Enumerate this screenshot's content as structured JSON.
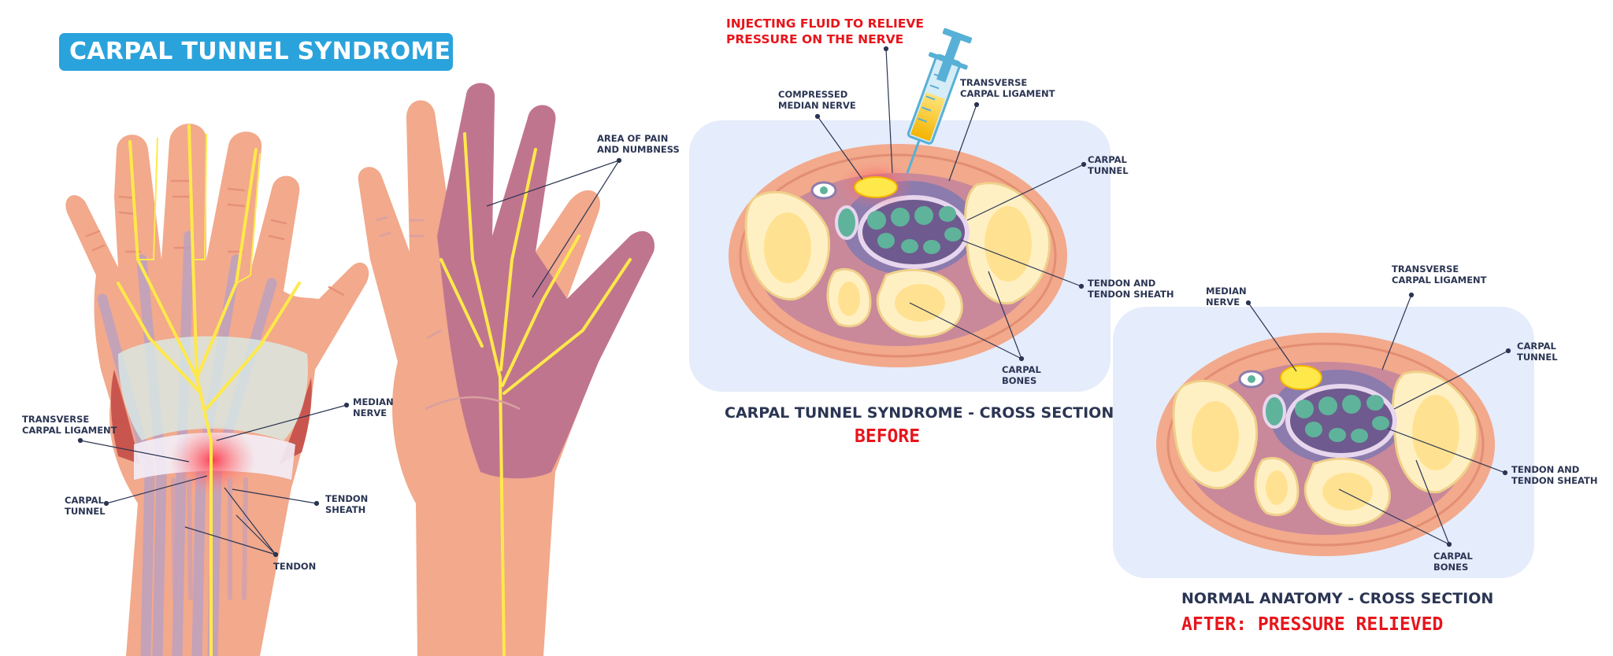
{
  "title": "CARPAL TUNNEL SYNDROME",
  "hand_left": {
    "labels": {
      "transverse_ligament": [
        "TRANSVERSE",
        "CARPAL LIGAMENT"
      ],
      "median_nerve": [
        "MEDIAN",
        "NERVE"
      ],
      "carpal_tunnel": [
        "CARPAL",
        "TUNNEL"
      ],
      "tendon_sheath": [
        "TENDON",
        "SHEATH"
      ],
      "tendon": "TENDON"
    }
  },
  "hand_right": {
    "pain_label": [
      "AREA OF PAIN",
      "AND NUMBNESS"
    ]
  },
  "injection_label": [
    "INJECTING FLUID TO RELIEVE",
    "PRESSURE ON THE NERVE"
  ],
  "before": {
    "labels": {
      "compressed_nerve": [
        "COMPRESSED",
        "MEDIAN NERVE"
      ],
      "transverse_ligament": [
        "TRANSVERSE",
        "CARPAL LIGAMENT"
      ],
      "carpal_tunnel": [
        "CARPAL",
        "TUNNEL"
      ],
      "tendon_sheath": [
        "TENDON AND",
        "TENDON SHEATH"
      ],
      "carpal_bones": [
        "CARPAL",
        "BONES"
      ]
    },
    "caption": "CARPAL TUNNEL SYNDROME - CROSS SECTION",
    "status": "BEFORE"
  },
  "after": {
    "labels": {
      "median_nerve": [
        "MEDIAN",
        "NERVE"
      ],
      "transverse_ligament": [
        "TRANSVERSE",
        "CARPAL LIGAMENT"
      ],
      "carpal_tunnel": [
        "CARPAL",
        "TUNNEL"
      ],
      "tendon_sheath": [
        "TENDON AND",
        "TENDON SHEATH"
      ],
      "carpal_bones": [
        "CARPAL",
        "BONES"
      ]
    },
    "caption": "NORMAL ANATOMY - CROSS SECTION",
    "status": "AFTER: PRESSURE RELIEVED"
  },
  "colors": {
    "skin": "#f2a98c",
    "skin_dark": "#e8967a",
    "pain_area": "#c0758e",
    "nerve": "#ffe94a",
    "tendon": "#b7a0c0",
    "panel_bg": "#e5ecfb",
    "bone": "#fde6a0",
    "tunnel": "#8c7bad",
    "tendon_circle": "#5fb39b",
    "accent_blue": "#2aa3dc",
    "alert_red": "#e8141b"
  }
}
